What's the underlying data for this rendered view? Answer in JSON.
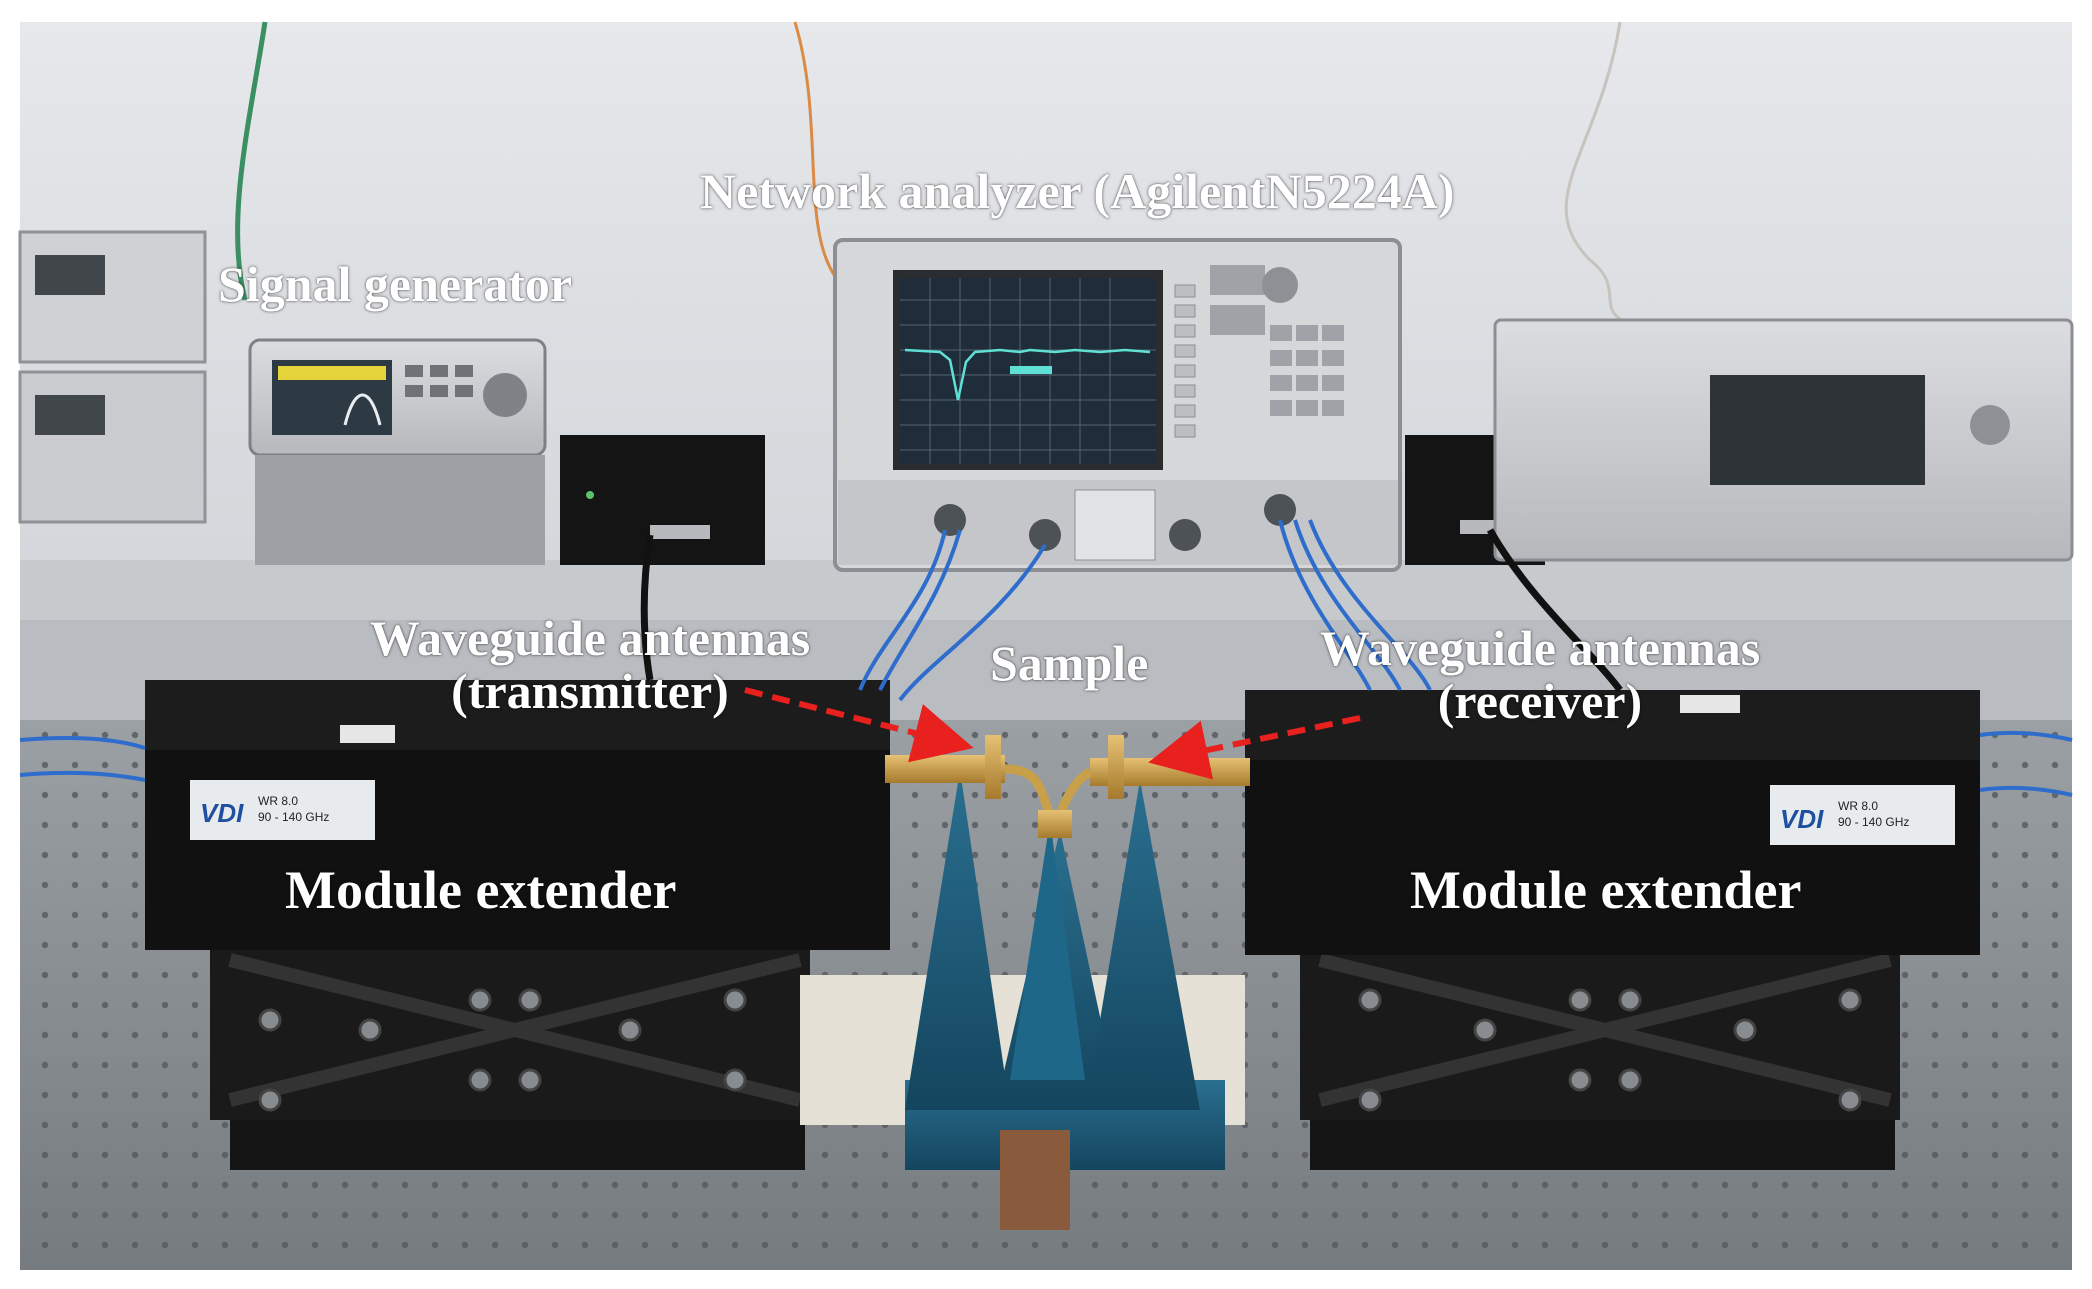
{
  "labels": {
    "network_analyzer": "Network analyzer (AgilentN5224A)",
    "signal_generator": "Signal generator",
    "tx_antenna_line1": "Waveguide antennas",
    "tx_antenna_line2": "(transmitter)",
    "sample": "Sample",
    "rx_antenna_line1": "Waveguide antennas",
    "rx_antenna_line2": "(receiver)",
    "module_left": "Module extender",
    "module_right": "Module extender"
  },
  "device_text": {
    "vdi_logo_left": "VDI",
    "vdi_logo_right": "VDI",
    "band_left": "WR 8.0\n90 - 140 GHz",
    "band_right": "WR 8.0\n90 - 140 GHz"
  },
  "colors": {
    "arrow": "#e8201e",
    "label_text": "#ffffff",
    "absorber_foam": "#1d5c7a",
    "module_body": "#111111",
    "screen_trace": "#5fe0d4",
    "brass": "#c9a04a"
  }
}
